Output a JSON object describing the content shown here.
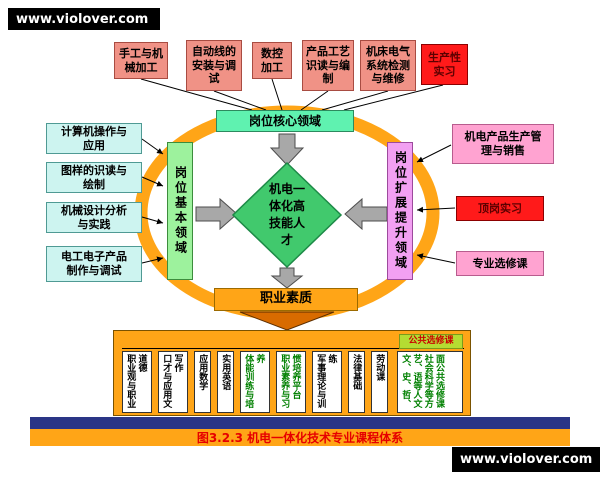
{
  "watermark": {
    "top": "www.violover.com",
    "bottom": "www.violover.com"
  },
  "top_courses": [
    {
      "label": "手工与机械加工"
    },
    {
      "label": "自动线的安装与调试"
    },
    {
      "label": "数控加工"
    },
    {
      "label": "产品工艺识读与编制"
    },
    {
      "label": "机床电气系统检测与维修"
    },
    {
      "label": "生产性实习"
    }
  ],
  "core_area": {
    "label": "岗位核心领域"
  },
  "left_courses": [
    {
      "label": "计算机操作与应用"
    },
    {
      "label": "图样的识读与绘制"
    },
    {
      "label": "机械设计分析与实践"
    },
    {
      "label": "电工电子产品制作与调试"
    }
  ],
  "basic_area": {
    "label": "岗位基本领域"
  },
  "center": {
    "label": "机电一体化高技能人才"
  },
  "extend_area": {
    "label": "岗位扩展提升领域"
  },
  "right_courses": [
    {
      "label": "机电产品生产管理与销售"
    },
    {
      "label": "顶岗实习"
    },
    {
      "label": "专业选修课"
    }
  ],
  "quality": {
    "label": "职业素质"
  },
  "foundation": {
    "header": "公共选修课",
    "columns": [
      {
        "label": "职业观与职业道德"
      },
      {
        "label": "口才与应用文写作"
      },
      {
        "label": "应用数学"
      },
      {
        "label": "实用英语"
      },
      {
        "label": "体能训练与培养"
      },
      {
        "label": "职业素养与习惯培养平台"
      },
      {
        "label": "军事理论与训练"
      },
      {
        "label": "法律基础"
      },
      {
        "label": "劳动课"
      },
      {
        "label": "文、史、哲、艺、语等人文社会科学等方面公共选修课"
      }
    ]
  },
  "caption": "图3.2.3  机电一体化技术专业课程体系",
  "colors": {
    "accent_orange": "#ffa517",
    "highlight_red": "#ff1a1a",
    "salmon": "#f09286",
    "aqua_green": "#5ff2b0",
    "light_cyan": "#cdf4f0",
    "light_green": "#9df29d",
    "diamond_green": "#41c96d",
    "violet": "#f2a0f2",
    "pink": "#ffa3d1",
    "navy": "#2a3586",
    "caption_red": "#e60000",
    "header_green": "#b5dc32",
    "green_text": "#008000"
  }
}
